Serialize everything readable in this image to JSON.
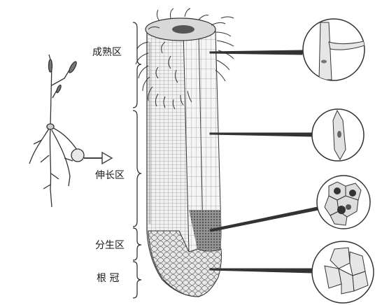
{
  "zones": {
    "maturation": "成熟区",
    "elongation": "伸长区",
    "meristem": "分生区",
    "root_cap": "根 冠"
  },
  "colors": {
    "ink": "#2a2a2a",
    "hatch": "#555555",
    "background": "#ffffff"
  },
  "icons": [
    "seedling-icon",
    "magnifier-arrow-icon",
    "cell-detail-icon"
  ]
}
